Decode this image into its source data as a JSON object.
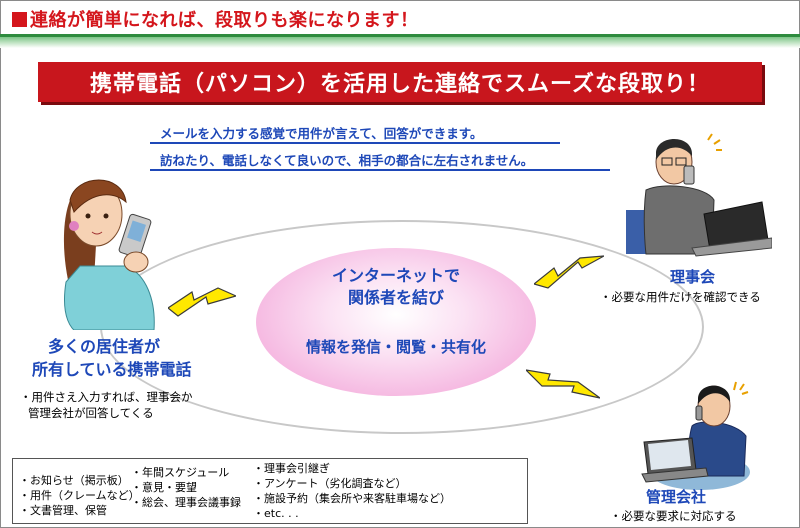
{
  "header": {
    "title": "■連絡が簡単になれば、段取りも楽になります！"
  },
  "banner": {
    "text": "携帯電話（パソコン）を活用した連絡でスムーズな段取り！"
  },
  "sublines": [
    "メールを入力する感覚で用件が言えて、回答ができます。",
    "訪ねたり、電話しなくて良いので、相手の都合に左右されません。"
  ],
  "center": {
    "line1": "インターネットで",
    "line2": "関係者を結び",
    "line3": "情報を発信・閲覧・共有化"
  },
  "residents": {
    "label_line1": "多くの居住者が",
    "label_line2": "所有している携帯電話",
    "note_line1": "・用件さえ入力すれば、理事会か",
    "note_line2": "管理会社が回答してくる"
  },
  "board": {
    "label": "理事会",
    "note": "・必要な用件だけを確認できる"
  },
  "company": {
    "label": "管理会社",
    "note": "・必要な要求に対応する"
  },
  "features": {
    "col1": [
      "・お知らせ（掲示板）",
      "・用件（クレームなど）",
      "・文書管理、保管"
    ],
    "col2": [
      "・年間スケジュール",
      "・意見・要望",
      "・総会、理事会議事録"
    ],
    "col3": [
      "・理事会引継ぎ",
      "・アンケート（劣化調査など）",
      "・施設予約（集会所や来客駐車場など）",
      "・etc. . ."
    ]
  },
  "colors": {
    "accent_red": "#c8161d",
    "text_blue": "#1e48b8",
    "green": "#2e8b3e"
  }
}
